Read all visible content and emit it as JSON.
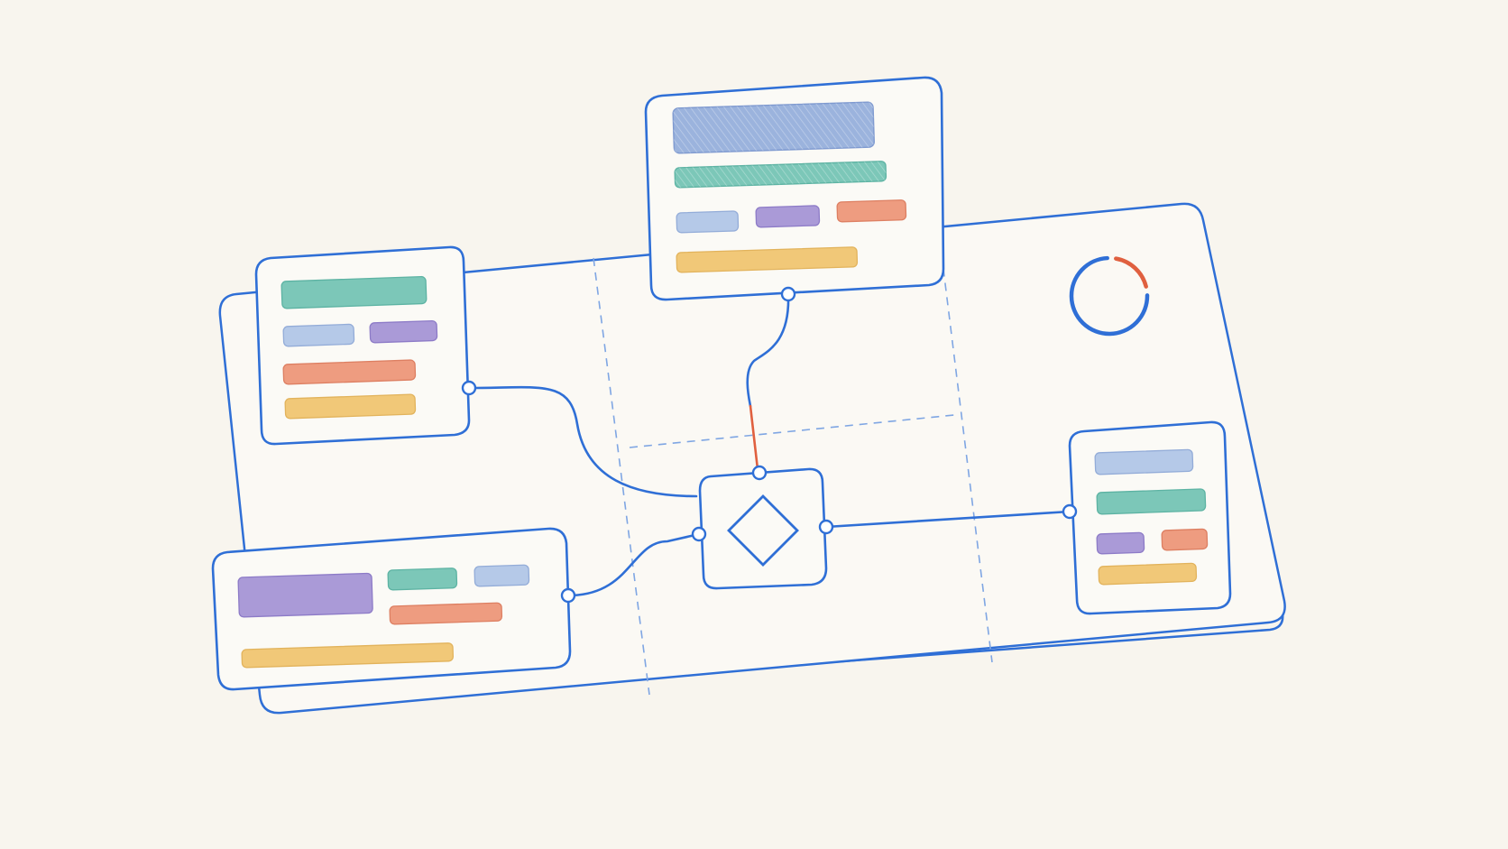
{
  "colors": {
    "background": "#f8f5ee",
    "stroke": "#2f6fd6",
    "node_fill": "#fbfaf6",
    "grid_dash": "#7fa6e3",
    "active_connector": "#e0603f",
    "bar_blue": "#9bb3dd",
    "bar_teal": "#7cc7b8",
    "bar_purple": "#aa9ad7",
    "bar_orange": "#ee9c80",
    "bar_yellow": "#f1c878",
    "bar_lightblue": "#b5c9e8"
  },
  "icons": {
    "decision": "diamond-icon",
    "progress": "progress-ring-icon"
  },
  "progress_ring": {
    "primary_fraction": 0.78,
    "accent_fraction": 0.22
  },
  "nodes": [
    {
      "id": "top-card",
      "bars": [
        "bar_blue",
        "bar_teal",
        "bar_lightblue",
        "bar_purple",
        "bar_orange",
        "bar_yellow"
      ]
    },
    {
      "id": "left-card",
      "bars": [
        "bar_teal",
        "bar_lightblue",
        "bar_purple",
        "bar_orange",
        "bar_yellow"
      ]
    },
    {
      "id": "bottom-left-card",
      "bars": [
        "bar_purple",
        "bar_teal",
        "bar_lightblue",
        "bar_orange",
        "bar_yellow"
      ]
    },
    {
      "id": "right-card",
      "bars": [
        "bar_lightblue",
        "bar_teal",
        "bar_purple",
        "bar_orange",
        "bar_yellow"
      ]
    },
    {
      "id": "center-decision-node",
      "bars": []
    }
  ]
}
